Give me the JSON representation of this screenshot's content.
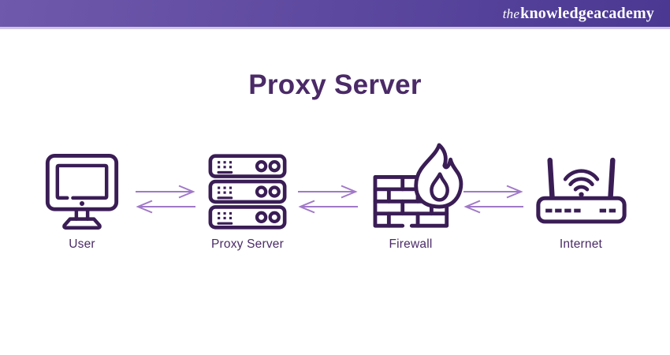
{
  "header": {
    "logo": {
      "the": "the",
      "knowledge": "knowledge",
      "academy": "academy"
    }
  },
  "title": "Proxy Server",
  "diagram": {
    "nodes": [
      {
        "id": "user",
        "label": "User",
        "icon": "monitor-icon"
      },
      {
        "id": "proxy-server",
        "label": "Proxy Server",
        "icon": "server-stack-icon"
      },
      {
        "id": "firewall",
        "label": "Firewall",
        "icon": "firewall-icon"
      },
      {
        "id": "internet",
        "label": "Internet",
        "icon": "router-icon"
      }
    ],
    "connections": [
      {
        "from": "User",
        "to": "Proxy Server",
        "direction": "bidirectional"
      },
      {
        "from": "Proxy Server",
        "to": "Firewall",
        "direction": "bidirectional"
      },
      {
        "from": "Firewall",
        "to": "Internet",
        "direction": "bidirectional"
      }
    ]
  },
  "colors": {
    "header_gradient_start": "#6f59ac",
    "header_gradient_end": "#4a3892",
    "header_underline": "#cfc6e6",
    "title": "#4b2a67",
    "label": "#4b2a67",
    "icon_stroke": "#3a1d55",
    "arrow": "#a179c8",
    "background": "#ffffff",
    "logo_text": "#ffffff"
  }
}
